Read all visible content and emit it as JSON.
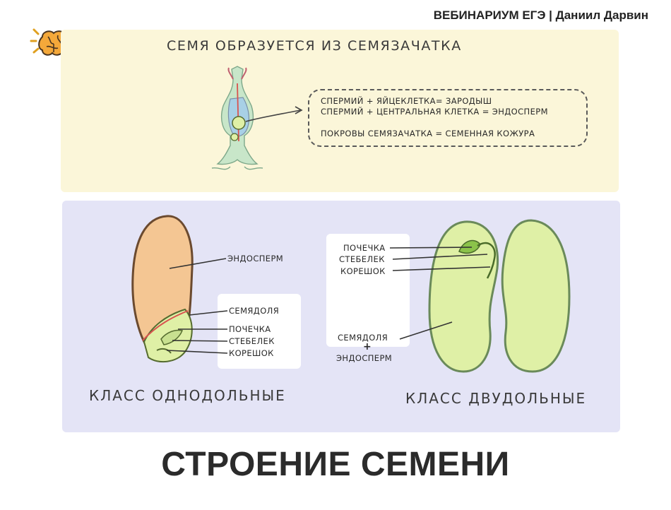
{
  "header": {
    "credit": "ВЕБИНАРИУМ ЕГЭ | Даниил Дарвин"
  },
  "logo": {
    "icon": "brain-icon"
  },
  "top_panel": {
    "heading": "СЕМЯ ОБРАЗУЕТСЯ ИЗ СЕМЯЗАЧАТКА",
    "formulas": [
      "СПЕРМИЙ + ЯЙЦЕКЛЕТКА= ЗАРОДЫШ",
      "СПЕРМИЙ + ЦЕНТРАЛЬНАЯ КЛЕТКА = ЭНДОСПЕРМ",
      "ПОКРОВЫ СЕМЯЗАЧАТКА = СЕМЕННАЯ КОЖУРА"
    ]
  },
  "monocot": {
    "title": "КЛАСС ОДНОДОЛЬНЫЕ",
    "labels": {
      "endosperm": "ЭНДОСПЕРМ",
      "cotyledon": "СЕМЯДОЛЯ",
      "bud": "ПОЧЕЧКА",
      "stem": "СТЕБЕЛЕК",
      "root": "КОРЕШОК"
    }
  },
  "dicot": {
    "title": "КЛАСС ДВУДОЛЬНЫЕ",
    "labels": {
      "bud": "ПОЧЕЧКА",
      "stem": "СТЕБЕЛЕК",
      "root": "КОРЕШОК",
      "cotyledon": "СЕМЯДОЛЯ",
      "plus": "+",
      "endosperm": "ЭНДОСПЕРМ"
    }
  },
  "footer": {
    "title": "СТРОЕНИЕ СЕМЕНИ"
  },
  "colors": {
    "top_panel_bg": "#fbf6d9",
    "bottom_panel_bg": "#e4e4f6",
    "monocot_endosperm": "#f4c693",
    "seed_green": "#dff0a6",
    "seed_outline": "#6a8a5a"
  }
}
